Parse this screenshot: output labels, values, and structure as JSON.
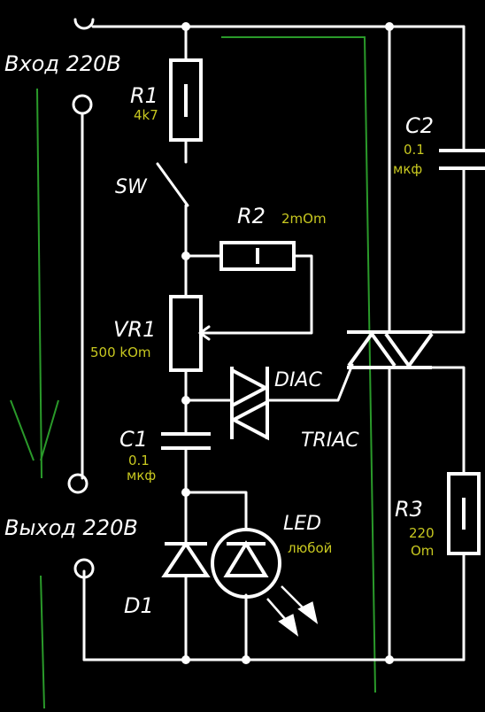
{
  "labels": {
    "input": "Вход 220В",
    "output": "Выход 220В",
    "r1": "R1",
    "sw": "SW",
    "r2": "R2",
    "vr1": "VR1",
    "diac": "DIAC",
    "c1": "C1",
    "triac": "TRIAC",
    "led": "LED",
    "d1": "D1",
    "c2": "C2",
    "r3": "R3"
  },
  "values": {
    "r1": "4k7",
    "r2": "2mOm",
    "vr1": "500 kOm",
    "c1_value": "0.1",
    "c1_unit": "мкф",
    "led": "любой",
    "c2_value": "0.1",
    "c2_unit": "мкф",
    "r3_value": "220",
    "r3_unit": "Om"
  },
  "colors": {
    "background": "#000000",
    "wire": "#ffffff",
    "value_text": "#c8c820",
    "trace": "#2a9a2a"
  }
}
